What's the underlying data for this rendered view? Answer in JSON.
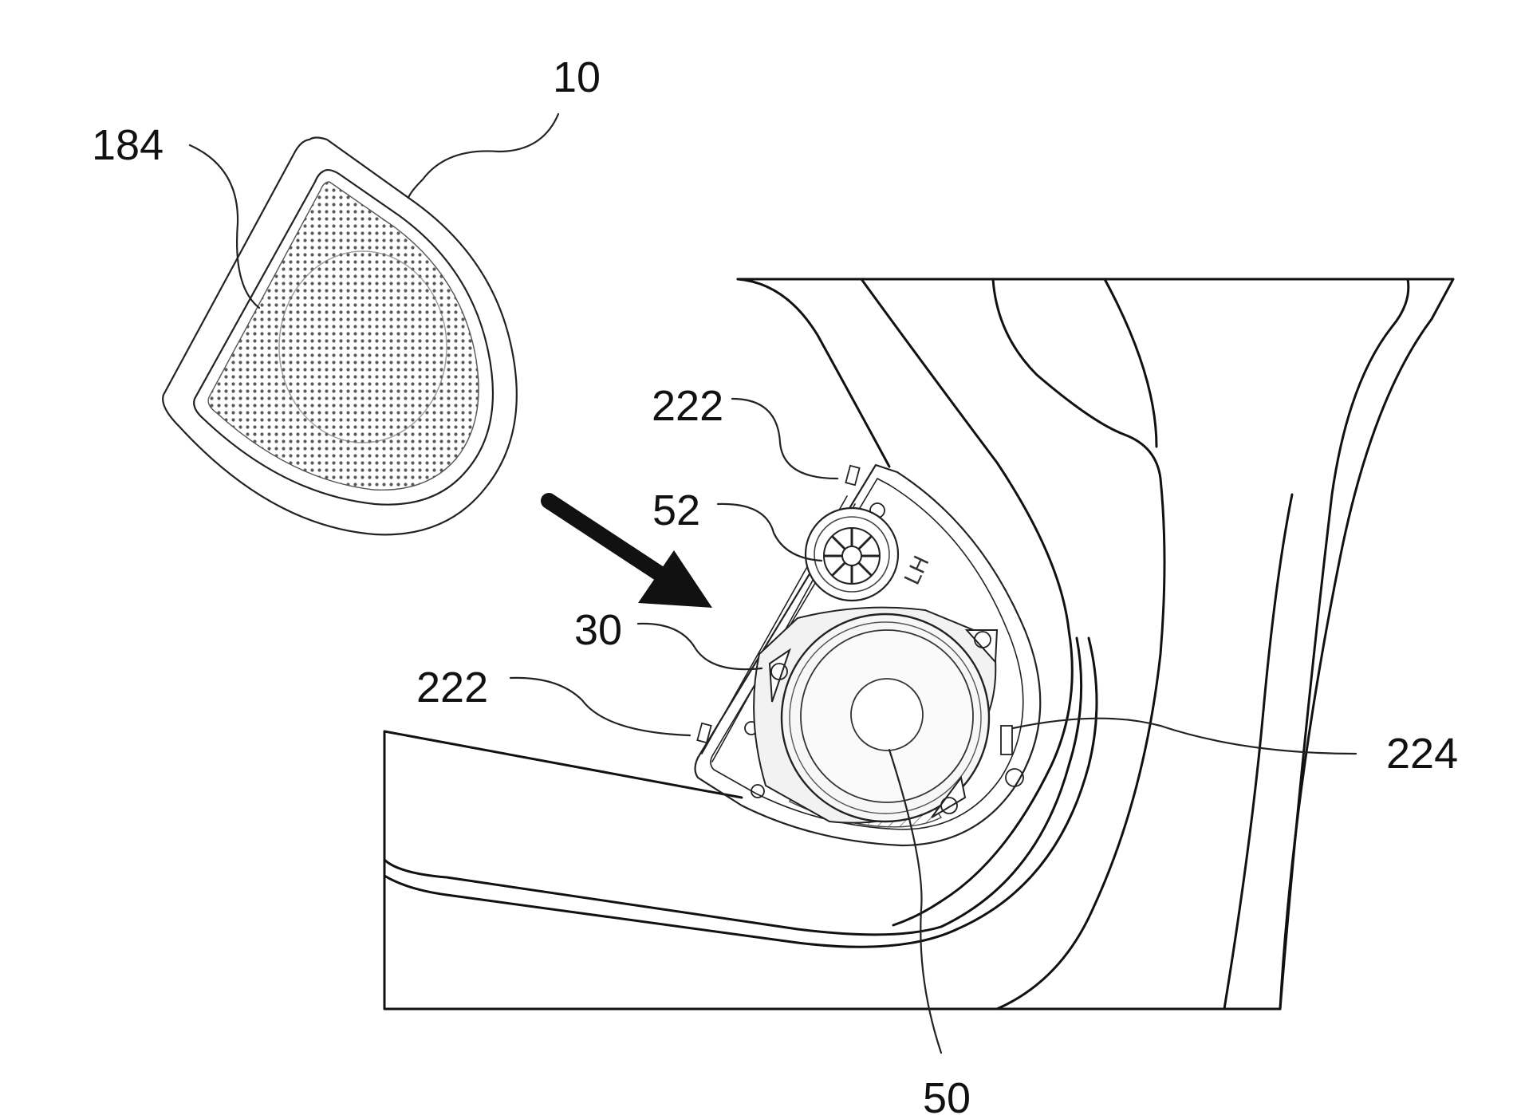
{
  "figure": {
    "reference_numerals": [
      {
        "id": "label-10",
        "text": "10"
      },
      {
        "id": "label-184",
        "text": "184"
      },
      {
        "id": "label-222-top",
        "text": "222"
      },
      {
        "id": "label-52",
        "text": "52"
      },
      {
        "id": "label-30",
        "text": "30"
      },
      {
        "id": "label-222-bottom",
        "text": "222"
      },
      {
        "id": "label-224",
        "text": "224"
      },
      {
        "id": "label-50",
        "text": "50"
      }
    ],
    "housing_marking": "LH"
  }
}
